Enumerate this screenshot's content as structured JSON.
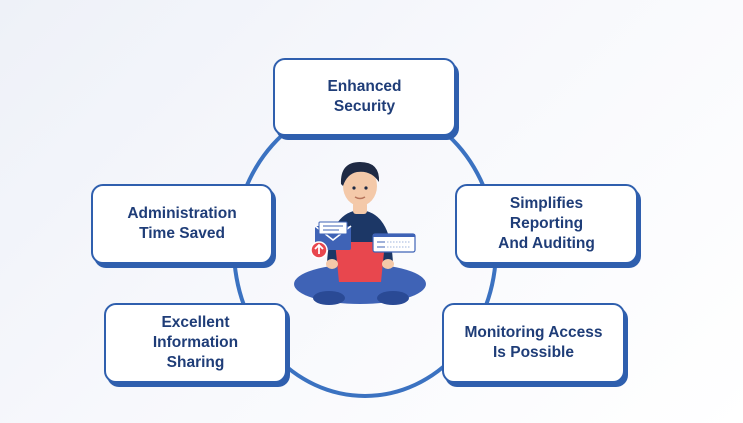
{
  "diagram": {
    "boxes": {
      "top": "Enhanced\nSecurity",
      "top_left": "Administration\nTime Saved",
      "top_right": "Simplifies\nReporting\nAnd Auditing",
      "bottom_left": "Excellent\nInformation\nSharing",
      "bottom_right": "Monitoring Access\nIs Possible"
    },
    "colors": {
      "ring": "#3b72c1",
      "box_border": "#2f5fae",
      "box_text": "#1f3d78",
      "shirt": "#1c3766",
      "laptop": "#e8474e",
      "legs": "#3f63b6",
      "hair": "#1f2a44",
      "skin": "#f4c9a9"
    }
  }
}
